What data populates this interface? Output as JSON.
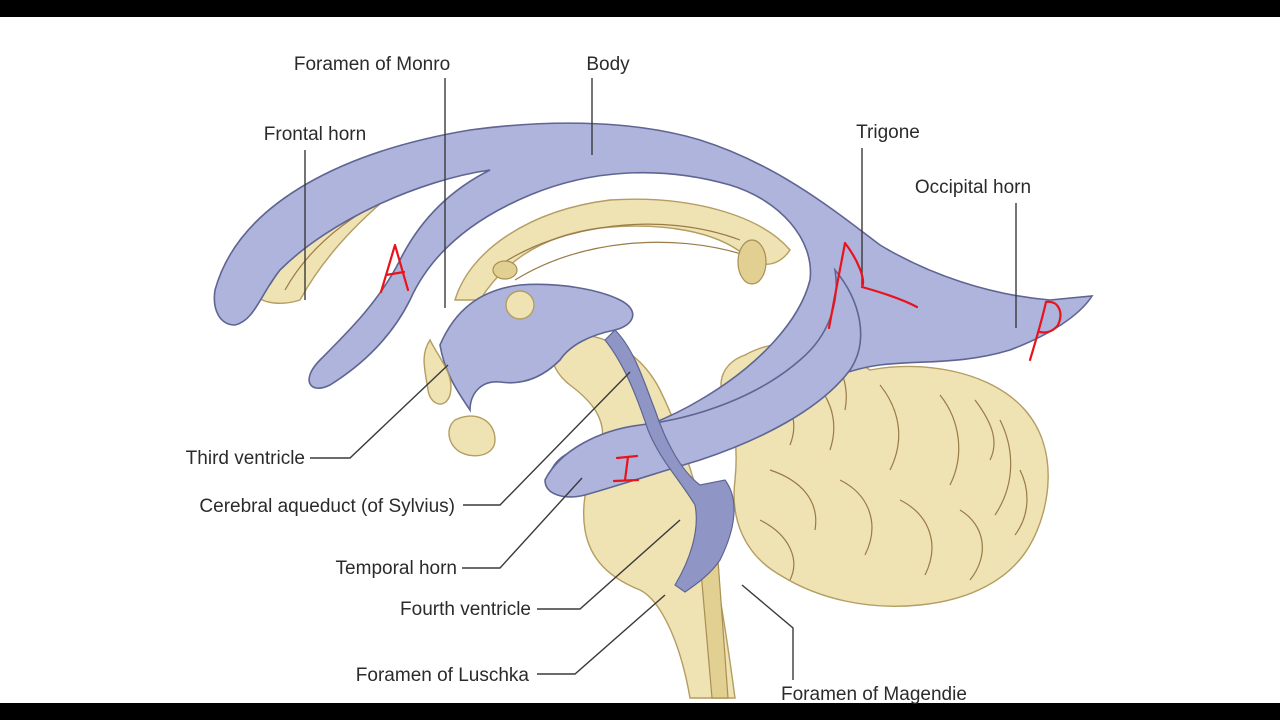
{
  "labels": {
    "foramen_monro": "Foramen of Monro",
    "body": "Body",
    "frontal_horn": "Frontal horn",
    "trigone": "Trigone",
    "occipital_horn": "Occipital horn",
    "third_ventricle": "Third ventricle",
    "cerebral_aqueduct": "Cerebral aqueduct (of Sylvius)",
    "temporal_horn": "Temporal horn",
    "fourth_ventricle": "Fourth ventricle",
    "foramen_luschka": "Foramen of Luschka",
    "foramen_magendie": "Foramen of Magendie"
  },
  "handwritten_marks": {
    "anterior": "A",
    "posterior": "P",
    "inferior": "I",
    "atrium_caret": "^"
  },
  "colors": {
    "ventricle_fill": "#aeb4dc",
    "ventricle_outline": "#5f6592",
    "brain_tissue": "#efe2b3",
    "annotation_ink": "#e8131b",
    "letterbox": "#000000",
    "background": "#ffffff"
  }
}
